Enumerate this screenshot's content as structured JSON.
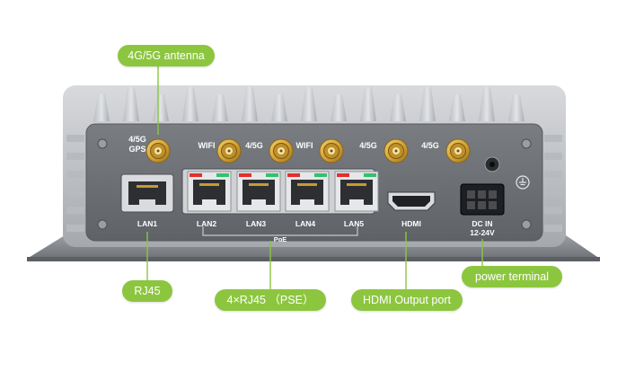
{
  "colors": {
    "callout_bg": "#8cc63f",
    "leader_line": "#8cc63f",
    "panel": "#6e7176",
    "antenna_gold": "#d4a536",
    "led_red": "#e0302e",
    "led_green": "#32c26a"
  },
  "callouts": {
    "antenna": "4G/5G antenna",
    "rj45": "RJ45",
    "poe_ports": "4×RJ45 （PSE）",
    "hdmi": "HDMI Output port",
    "power": "power terminal"
  },
  "panel_labels": {
    "ant1": "4/5G",
    "ant1_sub": "GPS",
    "ant2": "WIFI",
    "ant3": "4/5G",
    "ant4": "WIFI",
    "ant5": "4/5G",
    "ant6": "4/5G",
    "lan1": "LAN1",
    "lan2": "LAN2",
    "lan3": "LAN3",
    "lan4": "LAN4",
    "lan5": "LAN5",
    "poe": "PoE",
    "hdmi": "HDMI",
    "dc_in": "DC IN",
    "dc_voltage": "12-24V"
  }
}
